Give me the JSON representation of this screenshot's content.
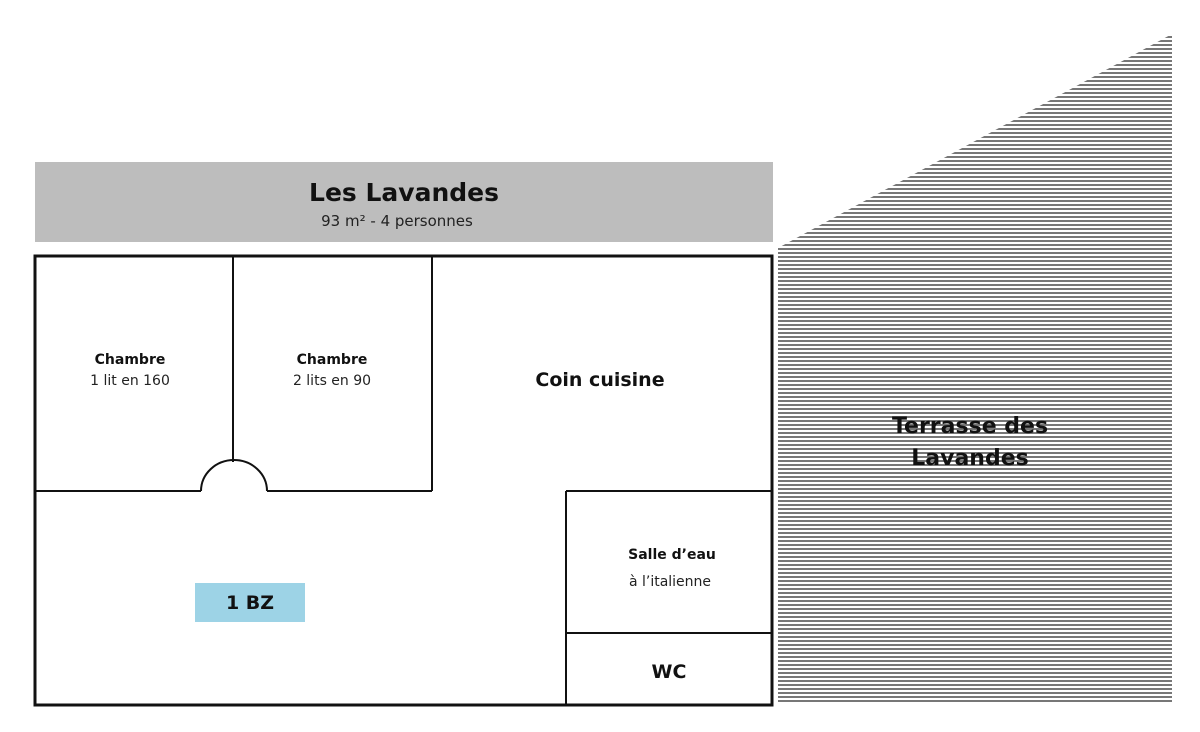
{
  "header": {
    "title": "Les Lavandes",
    "subtitle": "93 m² - 4 personnes",
    "color": "#bdbdbd"
  },
  "rooms": {
    "bedroom_1": {
      "title": "Chambre",
      "detail": "1 lit en 160"
    },
    "bedroom_2": {
      "title": "Chambre",
      "detail": "2 lits en 90"
    },
    "kitchen": {
      "title": "Coin cuisine"
    },
    "bathroom": {
      "title": "Salle d’eau",
      "detail": "à l’italienne"
    },
    "wc": {
      "title": "WC"
    }
  },
  "badge": {
    "label": "1 BZ",
    "color": "#9dd3e6"
  },
  "terrace": {
    "line1": "Terrasse des",
    "line2": "Lavandes",
    "hatch_color": "#777777"
  }
}
